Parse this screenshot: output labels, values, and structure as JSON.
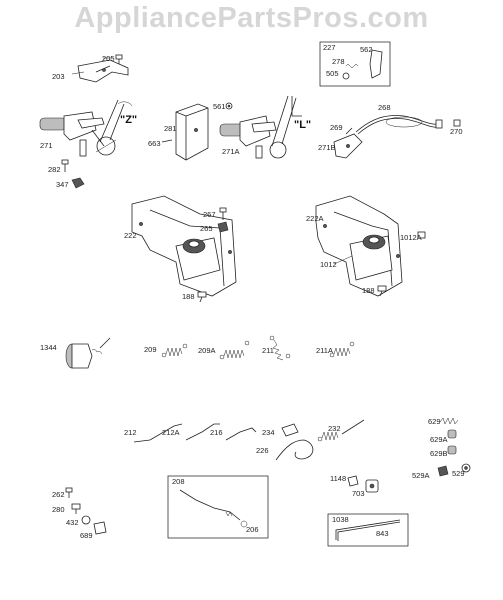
{
  "watermark": "AppliancePartsPros.com",
  "callouts": {
    "z": "\"Z\"",
    "l": "\"L\""
  },
  "labels": {
    "p205": "205",
    "p203": "203",
    "p271": "271",
    "p282": "282",
    "p347": "347",
    "p281": "281",
    "p561": "561",
    "p663": "663",
    "p271A": "271A",
    "p271B": "271B",
    "p227": "227",
    "p562": "562",
    "p278": "278",
    "p505": "505",
    "p268": "268",
    "p269": "269",
    "p270": "270",
    "p222": "222",
    "p267": "267",
    "p265": "265",
    "p188a": "188",
    "p222A": "222A",
    "p1012A": "1012A",
    "p1012": "1012",
    "p188b": "188",
    "p1344": "1344",
    "p209": "209",
    "p209A": "209A",
    "p211": "211",
    "p211A": "211A",
    "p212": "212",
    "p212A": "212A",
    "p216": "216",
    "p234": "234",
    "p232": "232",
    "p226": "226",
    "p629": "629",
    "p629A": "629A",
    "p629B": "629B",
    "p529A": "529A",
    "p529": "529",
    "p262": "262",
    "p280": "280",
    "p432": "432",
    "p689": "689",
    "p208": "208",
    "p206": "206",
    "p1148": "1148",
    "p703": "703",
    "p1038": "1038",
    "p843": "843"
  }
}
